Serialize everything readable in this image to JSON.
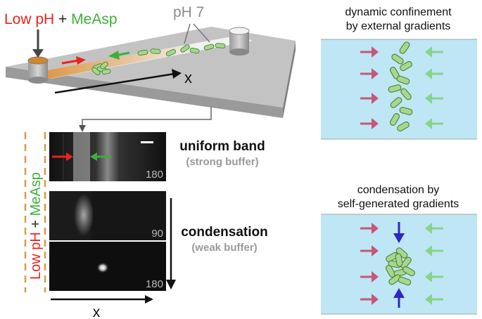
{
  "device": {
    "inlet_label_parts": [
      "Low pH",
      " + ",
      "MeAsp"
    ],
    "ph_label": "pH 7",
    "axis_label": "x"
  },
  "panels": {
    "uniform_title": "uniform band",
    "uniform_sub": "(strong buffer)",
    "cond_title": "condensation",
    "cond_sub": "(weak buffer)",
    "frame1_time": "180",
    "frame2_time": "90",
    "frame3_time": "180",
    "side_label_parts": [
      "Low pH",
      " + ",
      "MeAsp"
    ],
    "x_label": "x"
  },
  "schematic_top": {
    "title_line1": "dynamic confinement",
    "title_line2": "by external gradients"
  },
  "schematic_bottom": {
    "title_line1": "condensation by",
    "title_line2": "self-generated gradients"
  },
  "colors": {
    "red": "#e8241b",
    "green": "#3fae3a",
    "gray_text": "#8c8c8c",
    "channel_blue": "#bfe6f5",
    "cell_fill": "#a9d68f",
    "cell_stroke": "#4f8a3a",
    "pink_arrow": "#c4587a",
    "light_green_arrow": "#86d48a",
    "blue_arrow": "#2a28c9",
    "orange_dash": "#d89a4c"
  }
}
